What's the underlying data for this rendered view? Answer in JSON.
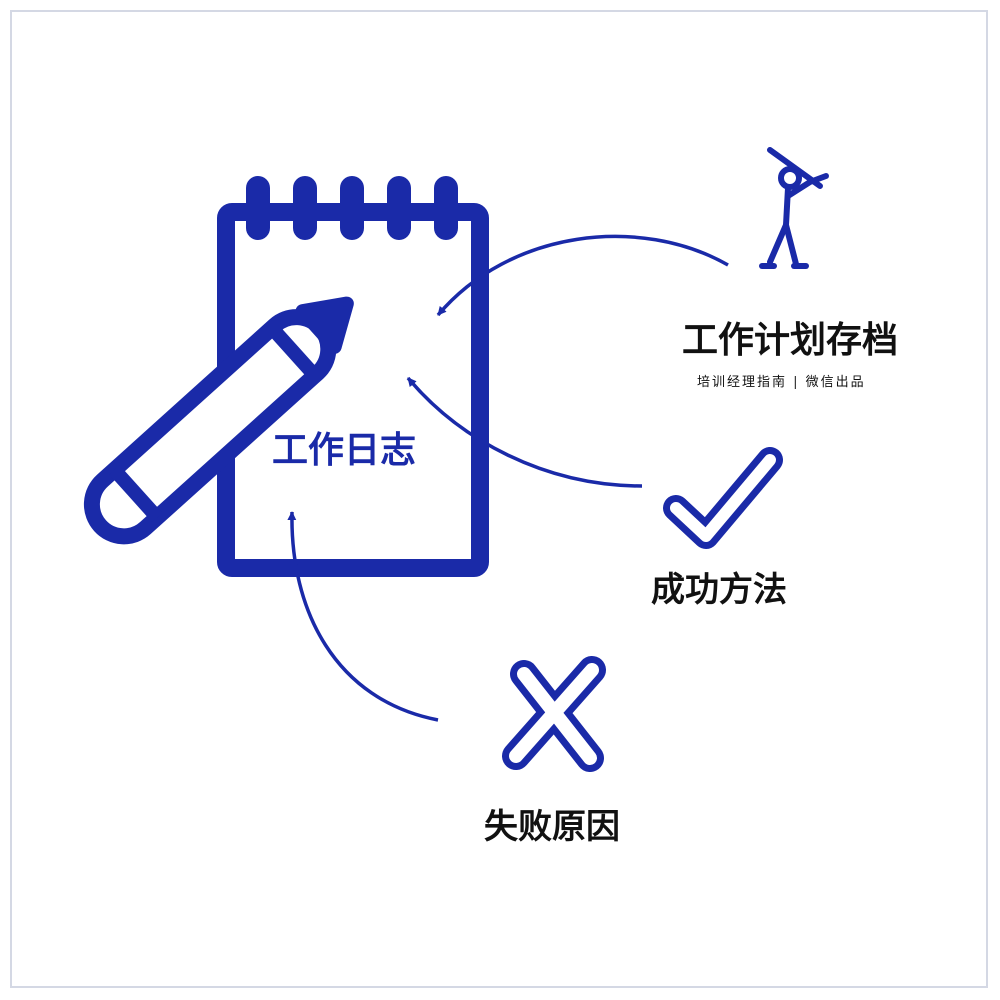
{
  "colors": {
    "primary": "#1a2aa8",
    "text": "#111111",
    "frame": "#d4d8e4"
  },
  "notebook": {
    "icon": "spiral-notepad-icon",
    "title": "工作日志"
  },
  "pencil": {
    "icon": "pencil-icon"
  },
  "items": {
    "archive": {
      "icon": "golfer-icon",
      "label": "工作计划存档"
    },
    "success": {
      "icon": "checkmark-icon",
      "label": "成功方法"
    },
    "failure": {
      "icon": "cross-icon",
      "label": "失败原因"
    }
  },
  "caption": "培训经理指南 | 微信出品"
}
